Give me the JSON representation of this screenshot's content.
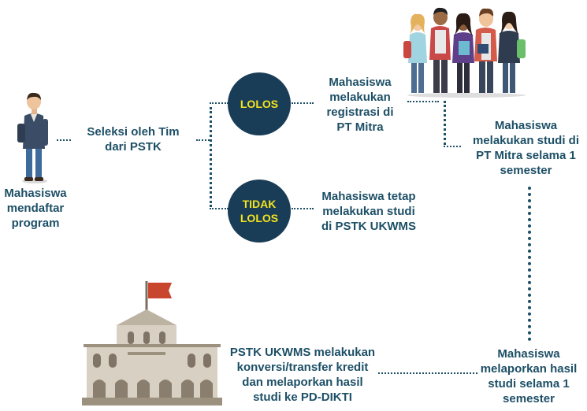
{
  "nodes": {
    "applicant": "Mahasiswa\nmendaftar\nprogram",
    "selection": "Seleksi oleh Tim\ndari PSTK",
    "passed": "LOLOS",
    "not_passed": "TIDAK\nLOLOS",
    "registration": "Mahasiswa\nmelakukan\nregistrasi di\nPT Mitra",
    "stay": "Mahasiswa tetap\nmelakukan studi\ndi PSTK UKWMS",
    "study": "Mahasiswa\nmelakukan studi di\nPT Mitra selama 1\nsemester",
    "report": "Mahasiswa\nmelaporkan hasil\nstudi selama 1\nsemester",
    "conversion": "PSTK UKWMS melakukan\nkonversi/transfer kredit\ndan melaporkan hasil\nstudi ke PD-DIKTI"
  },
  "colors": {
    "text": "#1d4f66",
    "circle_fill": "#1a3d57",
    "circle_text": "#f4e21d",
    "flag": "#c9462e",
    "building": "#8a7f6f"
  },
  "icons": [
    "student-icon",
    "students-group-icon",
    "university-building-icon",
    "flag-icon"
  ]
}
